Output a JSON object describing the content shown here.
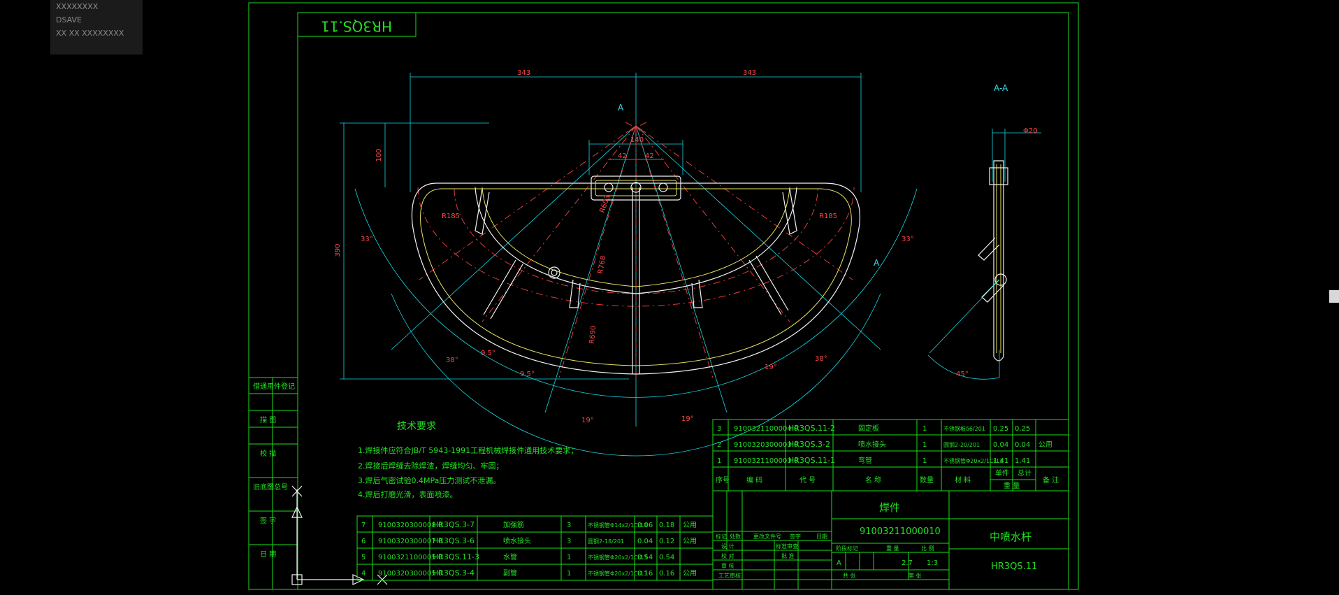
{
  "overlay": {
    "line1": "XXXXXXXX",
    "line2": "DSAVE",
    "line3": "XX XX XXXXXXXX"
  },
  "drawing": {
    "title_block_top": "HR3QS.11",
    "section_label": "A-A",
    "section_marker": "A",
    "dimensions": {
      "half_width_left": "343",
      "half_width_right": "343",
      "center_width": "140",
      "hole_left": "42",
      "hole_right": "42",
      "height_100": "100",
      "height_390": "390",
      "diameter_20": "Φ20",
      "angle_33_left": "33°",
      "angle_33_right": "33°",
      "angle_38_left": "38°",
      "angle_38_right": "38°",
      "angle_9_5_a": "9.5°",
      "angle_9_5_b": "9.5°",
      "angle_19_a": "19°",
      "angle_19_b": "19°",
      "angle_19_c": "19°",
      "angle_45": "45°",
      "r185_left": "R185",
      "r185_right": "R185",
      "r768": "R768",
      "r603": "R603",
      "r690": "R690"
    },
    "tech_requirements": {
      "title": "技术要求",
      "items": [
        "1.焊接件应符合JB/T 5943-1991工程机械焊接件通用技术要求；",
        "2.焊接后焊缝去除焊渣，焊缝均匀、牢固；",
        "3.焊后气密试验0.4MPa压力测试不泄漏。",
        "4.焊后打磨光滑，表面喷漆。"
      ]
    },
    "left_column": [
      "借通用件登记",
      "描 图",
      "校 描",
      "旧底图总号",
      "签 字",
      "日 期"
    ],
    "bom_upper": [
      {
        "no": "3",
        "code": "9100321100004 0",
        "part": "HR3QS.11-2",
        "name": "固定板",
        "qty": "1",
        "material": "不锈钢板δ6/201",
        "unit": "0.25",
        "total": "0.25",
        "note": ""
      },
      {
        "no": "2",
        "code": "9100320300003 0",
        "part": "HR3QS.3-2",
        "name": "喷水接头",
        "qty": "1",
        "material": "圆钢2-20/201",
        "unit": "0.04",
        "total": "0.04",
        "note": "公用"
      },
      {
        "no": "1",
        "code": "9100321100003 0",
        "part": "HR3QS.11-1",
        "name": "弯管",
        "qty": "1",
        "material": "不锈钢管Φ20x2/1Cr13",
        "unit": "1.41",
        "total": "1.41",
        "note": ""
      }
    ],
    "bom_lower": [
      {
        "no": "7",
        "code": "9100320300008 0",
        "part": "HR3QS.3-7",
        "name": "加强筋",
        "qty": "3",
        "material": "不锈钢管Φ14x2/1Cr13",
        "unit": "0.06",
        "total": "0.18",
        "note": "公用"
      },
      {
        "no": "6",
        "code": "9100320300007 0",
        "part": "HR3QS.3-6",
        "name": "喷水接头",
        "qty": "3",
        "material": "圆钢2-18/201",
        "unit": "0.04",
        "total": "0.12",
        "note": "公用"
      },
      {
        "no": "5",
        "code": "9100321100005 0",
        "part": "HR3QS.11-3",
        "name": "水管",
        "qty": "1",
        "material": "不锈钢管Φ20x2/1Cr13",
        "unit": "0.54",
        "total": "0.54",
        "note": ""
      },
      {
        "no": "4",
        "code": "9100320300005 0",
        "part": "HR3QS.3-4",
        "name": "副管",
        "qty": "1",
        "material": "不锈钢管Φ20x2/1Cr13",
        "unit": "0.16",
        "total": "0.16",
        "note": "公用"
      }
    ],
    "bom_header": {
      "no": "序号",
      "code": "编 码",
      "part": "代 号",
      "name": "名 称",
      "qty": "数量",
      "material": "材 料",
      "single": "单件",
      "total": "总计",
      "weight": "重 量",
      "note": "备 注"
    },
    "title_block": {
      "part_name": "焊件",
      "part_code": "91003211000010",
      "drawing_name": "中喷水杆",
      "drawing_no": "HR3QS.11",
      "stage_label": "A",
      "weight": "2.7",
      "scale": "1:3",
      "labels": {
        "biaoji": "标记",
        "chushu": "处数",
        "genggai": "更改文件号",
        "qianzi": "签字",
        "riqi": "日期",
        "sheji": "设 计",
        "jiaodui": "校 对",
        "shenhe": "审 核",
        "gongyi": "工艺审核",
        "biaozhun": "标准审查",
        "pizhun": "批 准",
        "jieduan": "阶段标记",
        "zhongliang": "重 量",
        "bili": "比 例",
        "gong": "共 张",
        "di": "第 张"
      }
    },
    "colors": {
      "frame": "#18e018",
      "dimension": "#17d8e8",
      "centerline": "#e33b3b",
      "outline": "#f2f2f2",
      "background": "#000000"
    }
  }
}
